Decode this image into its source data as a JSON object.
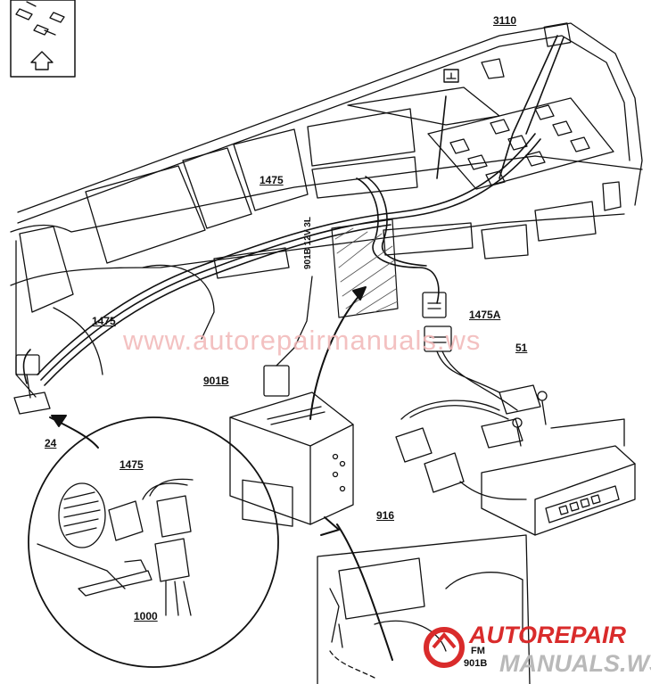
{
  "labels": {
    "l3110": "3110",
    "l1475_top": "1475",
    "l1475_left": "1475",
    "l1475a": "1475A",
    "l51": "51",
    "l901b": "901B",
    "l24": "24",
    "l916": "916",
    "l1475_inset": "1475",
    "l1000": "1000",
    "l901b_fm_a": "FM",
    "l901b_fm_b": "901B",
    "wire_label": "901B 12V 3L"
  },
  "watermark": {
    "text": "www.autorepairmanuals.ws",
    "brand_line1": "AUTOREPAIR",
    "brand_line2": "MANUALS.WS",
    "brand_color": "#d92b2b"
  },
  "icons": {
    "ground": "ground-symbol-icon",
    "arrow": "up-arrow-icon"
  }
}
